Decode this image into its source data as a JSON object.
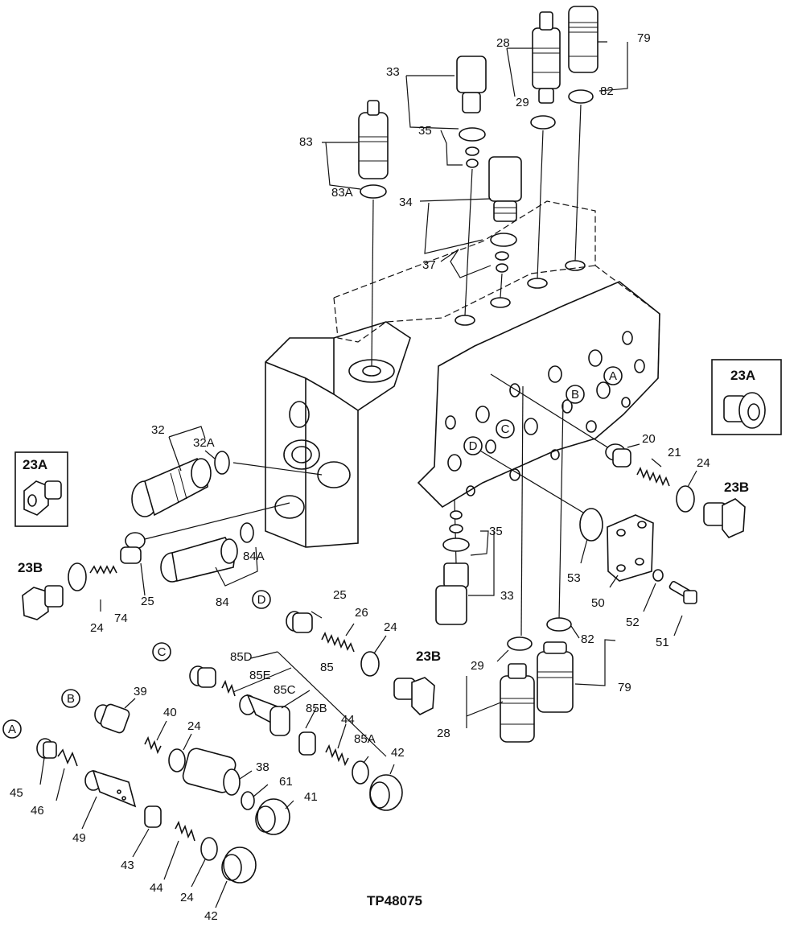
{
  "figure_id": "TP48075",
  "callouts": [
    {
      "text": "28"
    },
    {
      "text": "79"
    },
    {
      "text": "33"
    },
    {
      "text": "29"
    },
    {
      "text": "82"
    },
    {
      "text": "35"
    },
    {
      "text": "83"
    },
    {
      "text": "83A"
    },
    {
      "text": "34"
    },
    {
      "text": "37"
    },
    {
      "text": "32"
    },
    {
      "text": "32A"
    },
    {
      "text": "20"
    },
    {
      "text": "21"
    },
    {
      "text": "24"
    },
    {
      "text": "74"
    },
    {
      "text": "25"
    },
    {
      "text": "84A"
    },
    {
      "text": "84"
    },
    {
      "text": "24"
    },
    {
      "text": "35"
    },
    {
      "text": "33"
    },
    {
      "text": "53"
    },
    {
      "text": "50"
    },
    {
      "text": "52"
    },
    {
      "text": "51"
    },
    {
      "text": "25"
    },
    {
      "text": "26"
    },
    {
      "text": "24"
    },
    {
      "text": "82"
    },
    {
      "text": "79"
    },
    {
      "text": "29"
    },
    {
      "text": "28"
    },
    {
      "text": "85D"
    },
    {
      "text": "85E"
    },
    {
      "text": "85"
    },
    {
      "text": "85C"
    },
    {
      "text": "85B"
    },
    {
      "text": "44"
    },
    {
      "text": "85A"
    },
    {
      "text": "42"
    },
    {
      "text": "39"
    },
    {
      "text": "40"
    },
    {
      "text": "24"
    },
    {
      "text": "38"
    },
    {
      "text": "61"
    },
    {
      "text": "41"
    },
    {
      "text": "45"
    },
    {
      "text": "46"
    },
    {
      "text": "49"
    },
    {
      "text": "43"
    },
    {
      "text": "44"
    },
    {
      "text": "24"
    },
    {
      "text": "42"
    }
  ],
  "bold_callouts": [
    {
      "text": "23A"
    },
    {
      "text": "23A"
    },
    {
      "text": "23B"
    },
    {
      "text": "23B"
    },
    {
      "text": "23B"
    }
  ],
  "circle_letters": [
    {
      "text": "A"
    },
    {
      "text": "B"
    },
    {
      "text": "C"
    },
    {
      "text": "D"
    },
    {
      "text": "D"
    },
    {
      "text": "C"
    },
    {
      "text": "B"
    },
    {
      "text": "A"
    }
  ]
}
